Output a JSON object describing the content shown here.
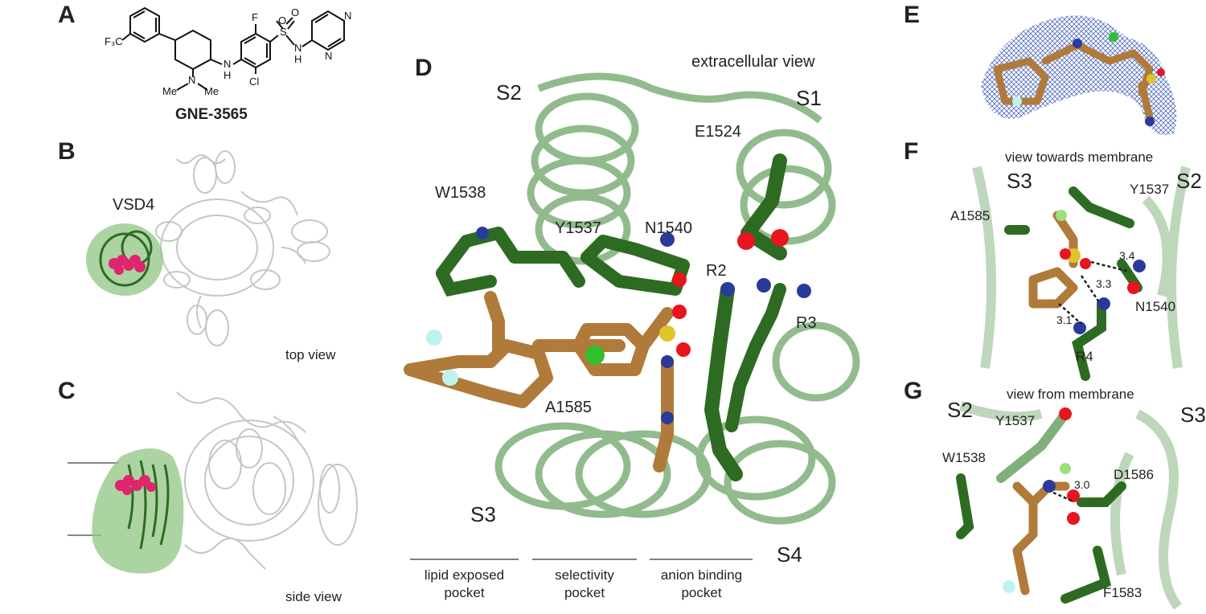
{
  "panels": {
    "A": "A",
    "B": "B",
    "C": "C",
    "D": "D",
    "E": "E",
    "F": "F",
    "G": "G"
  },
  "panel_a": {
    "compound_name": "GNE-3565",
    "atoms": {
      "cf3": "F₃C",
      "f": "F",
      "o1": "O",
      "o2": "O",
      "s": "S",
      "n_h1": "N",
      "h1": "H",
      "n_ring1": "N",
      "n_ring2": "N",
      "nh": "N",
      "h2": "H",
      "cl": "Cl",
      "nme": "N",
      "me1": "Me",
      "me2": "Me"
    }
  },
  "panel_b": {
    "domain_label": "VSD4",
    "view_label": "top view"
  },
  "panel_c": {
    "view_label": "side view"
  },
  "panel_d": {
    "view_label": "extracellular view",
    "segments": {
      "s1": "S1",
      "s2": "S2",
      "s3": "S3",
      "s4": "S4"
    },
    "residues": {
      "e1524": "E1524",
      "w1538": "W1538",
      "y1537": "Y1537",
      "n1540": "N1540",
      "r2": "R2",
      "r3": "R3",
      "a1585": "A1585"
    },
    "pockets": [
      {
        "line1": "lipid exposed",
        "line2": "pocket"
      },
      {
        "line1": "selectivity",
        "line2": "pocket"
      },
      {
        "line1": "anion binding",
        "line2": "pocket"
      }
    ]
  },
  "panel_f": {
    "view_label": "view towards membrane",
    "segments": {
      "s2": "S2",
      "s3": "S3"
    },
    "residues": {
      "y1537": "Y1537",
      "a1585": "A1585",
      "n1540": "N1540",
      "r4": "R4"
    },
    "distances": {
      "d1": "3.4",
      "d2": "3.3",
      "d3": "3.1"
    }
  },
  "panel_g": {
    "view_label": "view from membrane",
    "segments": {
      "s2": "S2",
      "s3": "S3"
    },
    "residues": {
      "y1537": "Y1537",
      "w1538": "W1538",
      "d1586": "D1586",
      "f1583": "F1583"
    },
    "distances": {
      "d1": "3.0"
    }
  },
  "colors": {
    "helix_green": "#7fb07a",
    "sidechain_green": "#2e6b22",
    "ligand_orange": "#b07a3a",
    "nitrogen_blue": "#2a3a9a",
    "oxygen_red": "#e8141e",
    "sulfur_yellow": "#e0c52a",
    "chlorine_green": "#2fbf2f",
    "fluorine_cyan": "#bff2ef",
    "ligand_pink": "#e0246e",
    "protein_grey": "#c8c8c8",
    "mesh_blue": "#3a58b8"
  }
}
